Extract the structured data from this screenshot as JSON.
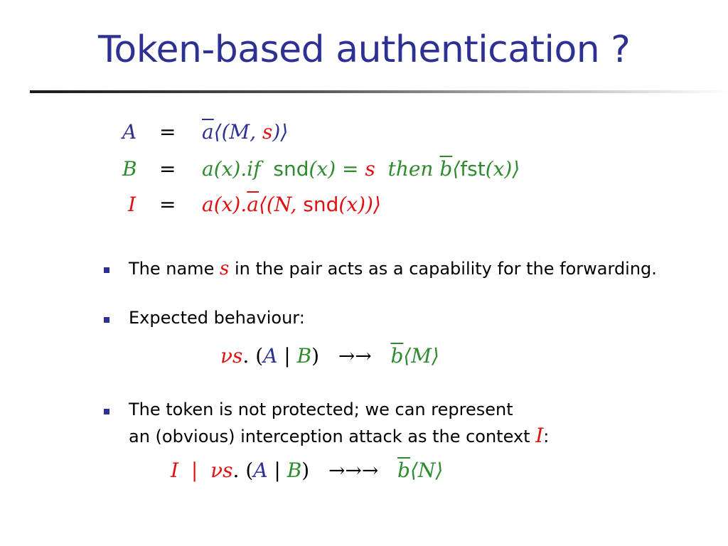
{
  "title": "Token-based authentication ?",
  "equations": [
    {
      "lhs": "A",
      "eq": "=",
      "rhs_a": "a",
      "rhs_b": "⟨(M, ",
      "rhs_c": "s",
      "rhs_d": ")⟩"
    },
    {
      "lhs": "B",
      "eq": "=",
      "p1": "a(x).",
      "p2": "if",
      "p3": "snd",
      "p4": "(x) = ",
      "p5": "s",
      "p6": "then",
      "p7": "b",
      "p8": "⟨",
      "p9": "fst",
      "p10": "(x)⟩"
    },
    {
      "lhs": "I",
      "eq": "=",
      "p1": "a(x).",
      "p2": "a",
      "p3": "⟨(N, ",
      "p4": "snd",
      "p5": "(x))⟩"
    }
  ],
  "bullets": [
    {
      "pre": "The name ",
      "var": "s",
      "post": " in the pair acts as a capability for the forwarding."
    },
    {
      "text": "Expected behaviour:"
    },
    {
      "line1": "The token is not protected; we can represent",
      "line2_pre": "an (obvious) interception attack as the context ",
      "var": "I",
      "line2_post": ":"
    }
  ],
  "display1": {
    "nu": "νs",
    "dot": ". (",
    "A": "A",
    "par": " | ",
    "B": "B",
    "close": ")",
    "arrows": "→→",
    "b": "b",
    "out": "⟨M⟩"
  },
  "display2": {
    "I": "I",
    "par1": "|",
    "nu": "νs",
    "dot": ". (",
    "A": "A",
    "par": " | ",
    "B": "B",
    "close": ")",
    "arrows": "→→→",
    "b": "b",
    "out": "⟨N⟩"
  },
  "colors": {
    "title": "#2e3191",
    "blue": "#2e3191",
    "green": "#2e8b2e",
    "red": "#e01010"
  }
}
